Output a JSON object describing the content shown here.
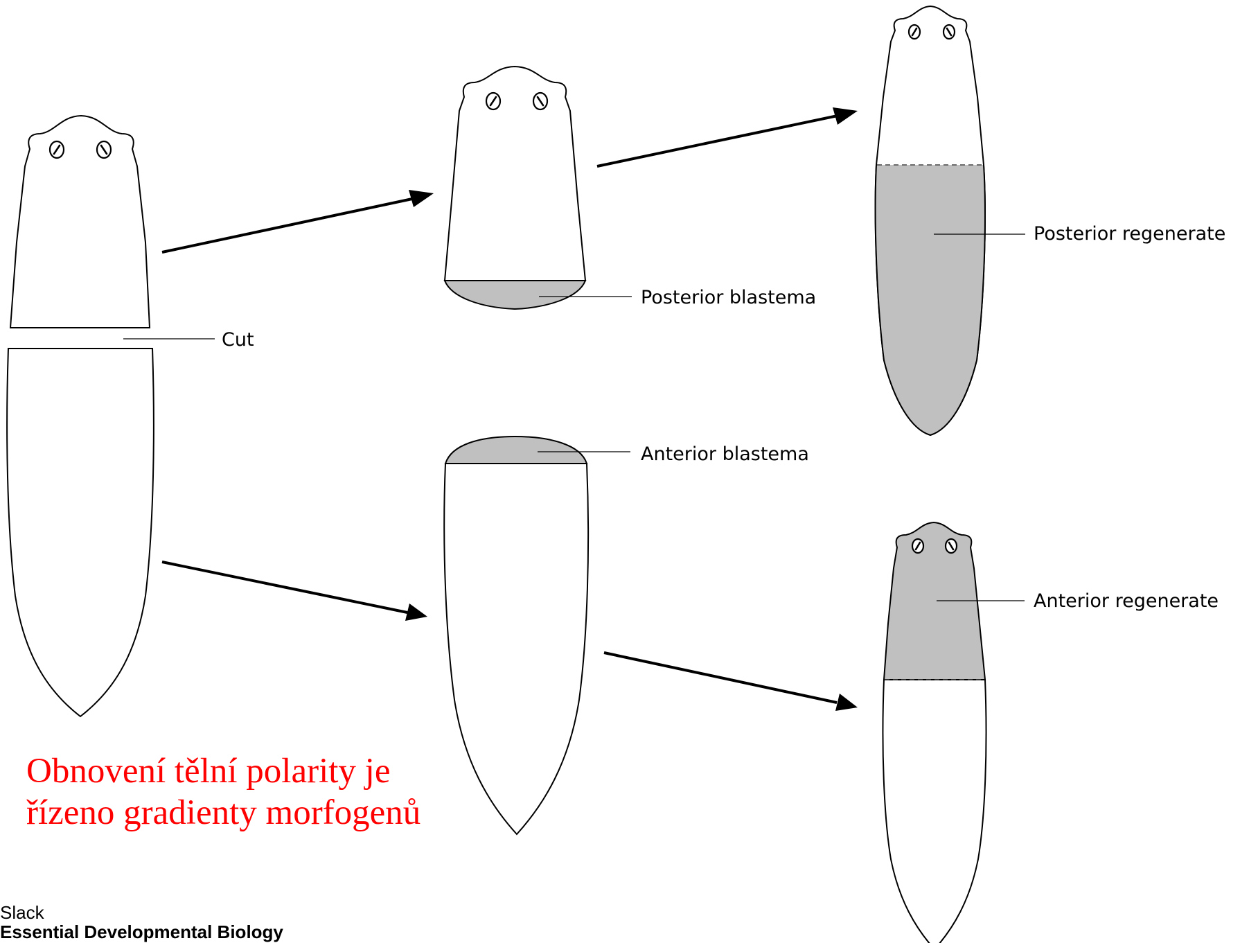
{
  "labels": {
    "cut": "Cut",
    "posterior_blastema": "Posterior blastema",
    "anterior_blastema": "Anterior blastema",
    "posterior_regenerate": "Posterior regenerate",
    "anterior_regenerate": "Anterior regenerate"
  },
  "caption": {
    "line1": "Obnovení tělní polarity je",
    "line2": "řízeno gradienty morfogenů"
  },
  "credit": {
    "author": "Slack",
    "book": "Essential Developmental Biology"
  },
  "colors": {
    "shading": "#c0c0c0",
    "caption_text": "#ff0000",
    "outline": "#000000"
  }
}
